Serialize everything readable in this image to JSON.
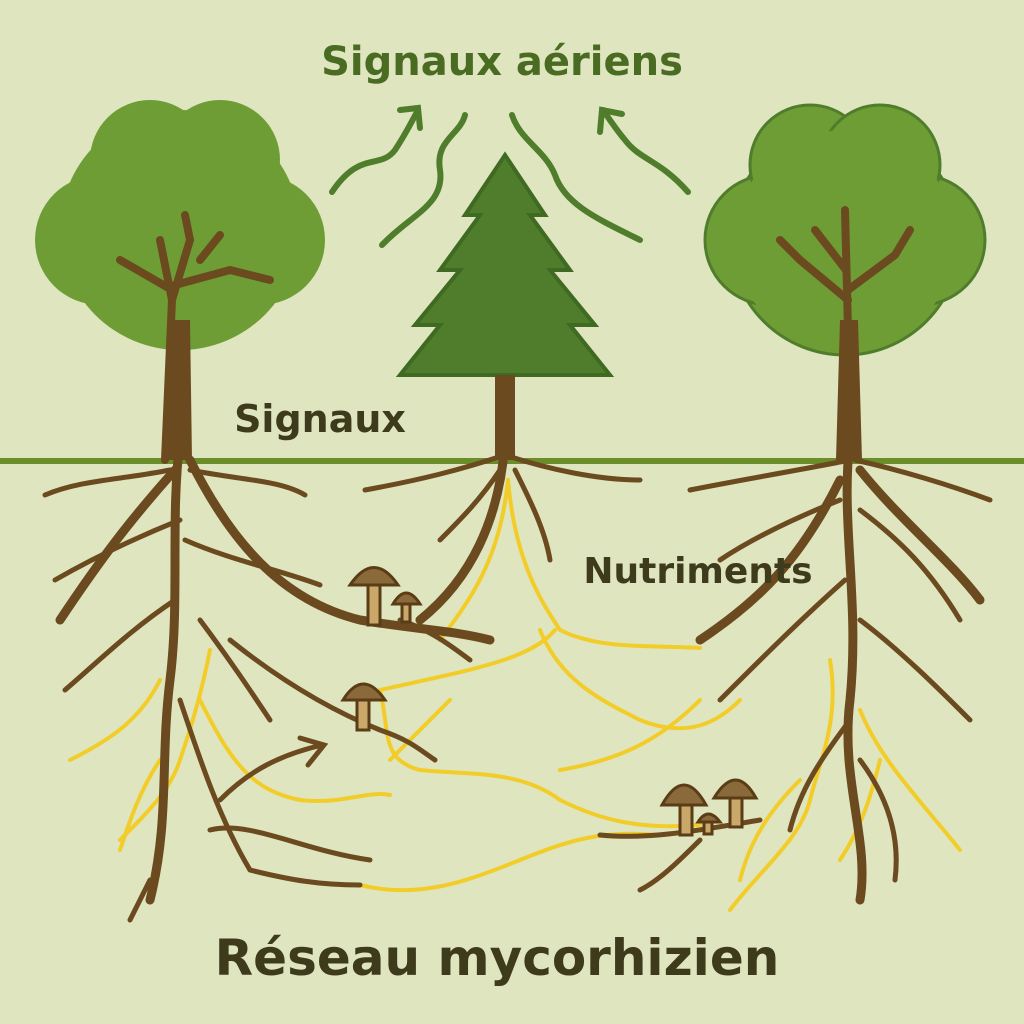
{
  "labels": {
    "aerial_signals": "Signaux aériens",
    "signals": "Signaux",
    "nutrients": "Nutriments",
    "network": "Réseau mycorhizien"
  },
  "colors": {
    "background": "#dfe5bf",
    "ground_line": "#6a8f2a",
    "crown": "#6f9d35",
    "pine": "#4f7d2c",
    "trunk": "#6b4a1f",
    "hyphae": "#f2cd2a",
    "title_text": "#4a6b22",
    "label_text": "#3e3a1c"
  }
}
